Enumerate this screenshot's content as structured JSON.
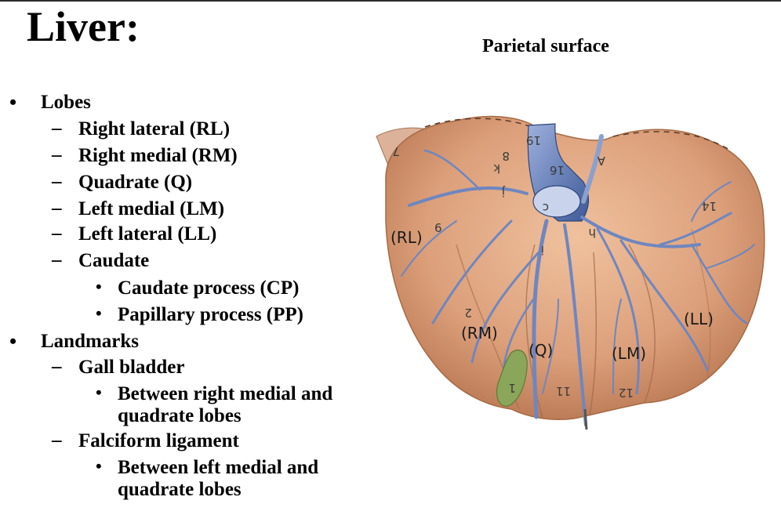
{
  "slide": {
    "title": "Liver:",
    "figure_caption": "Parietal surface"
  },
  "outline": {
    "lobes": {
      "label": "Lobes",
      "items": [
        "Right lateral (RL)",
        "Right medial (RM)",
        "Quadrate (Q)",
        "Left medial (LM)",
        "Left lateral (LL)",
        "Caudate"
      ],
      "caudate_subitems": [
        "Caudate process (CP)",
        "Papillary process (PP)"
      ]
    },
    "landmarks": {
      "label": "Landmarks",
      "gall_bladder": {
        "label": "Gall bladder",
        "detail_line1": "Between right medial and",
        "detail_line2": "quadrate lobes"
      },
      "falciform": {
        "label": "Falciform ligament",
        "detail_line1": "Between left medial and",
        "detail_line2": "quadrate lobes"
      }
    },
    "bullet_glyph": "•",
    "dash_glyph": "–"
  },
  "figure": {
    "lobe_labels": [
      "(RL)",
      "(RM)",
      "(Q)",
      "(LM)",
      "(LL)"
    ],
    "number_labels": [
      "7",
      "6",
      "8",
      "19",
      "16",
      "A",
      "14",
      "12",
      "11",
      "2",
      "1",
      "k",
      "j",
      "c",
      "h",
      "i"
    ],
    "colors": {
      "liver": "#d9a07a",
      "liver_dark": "#b7744f",
      "vessel": "#7f97c8",
      "vessel_dark": "#3e5a9a",
      "gall_bladder": "#8aa65a"
    }
  }
}
